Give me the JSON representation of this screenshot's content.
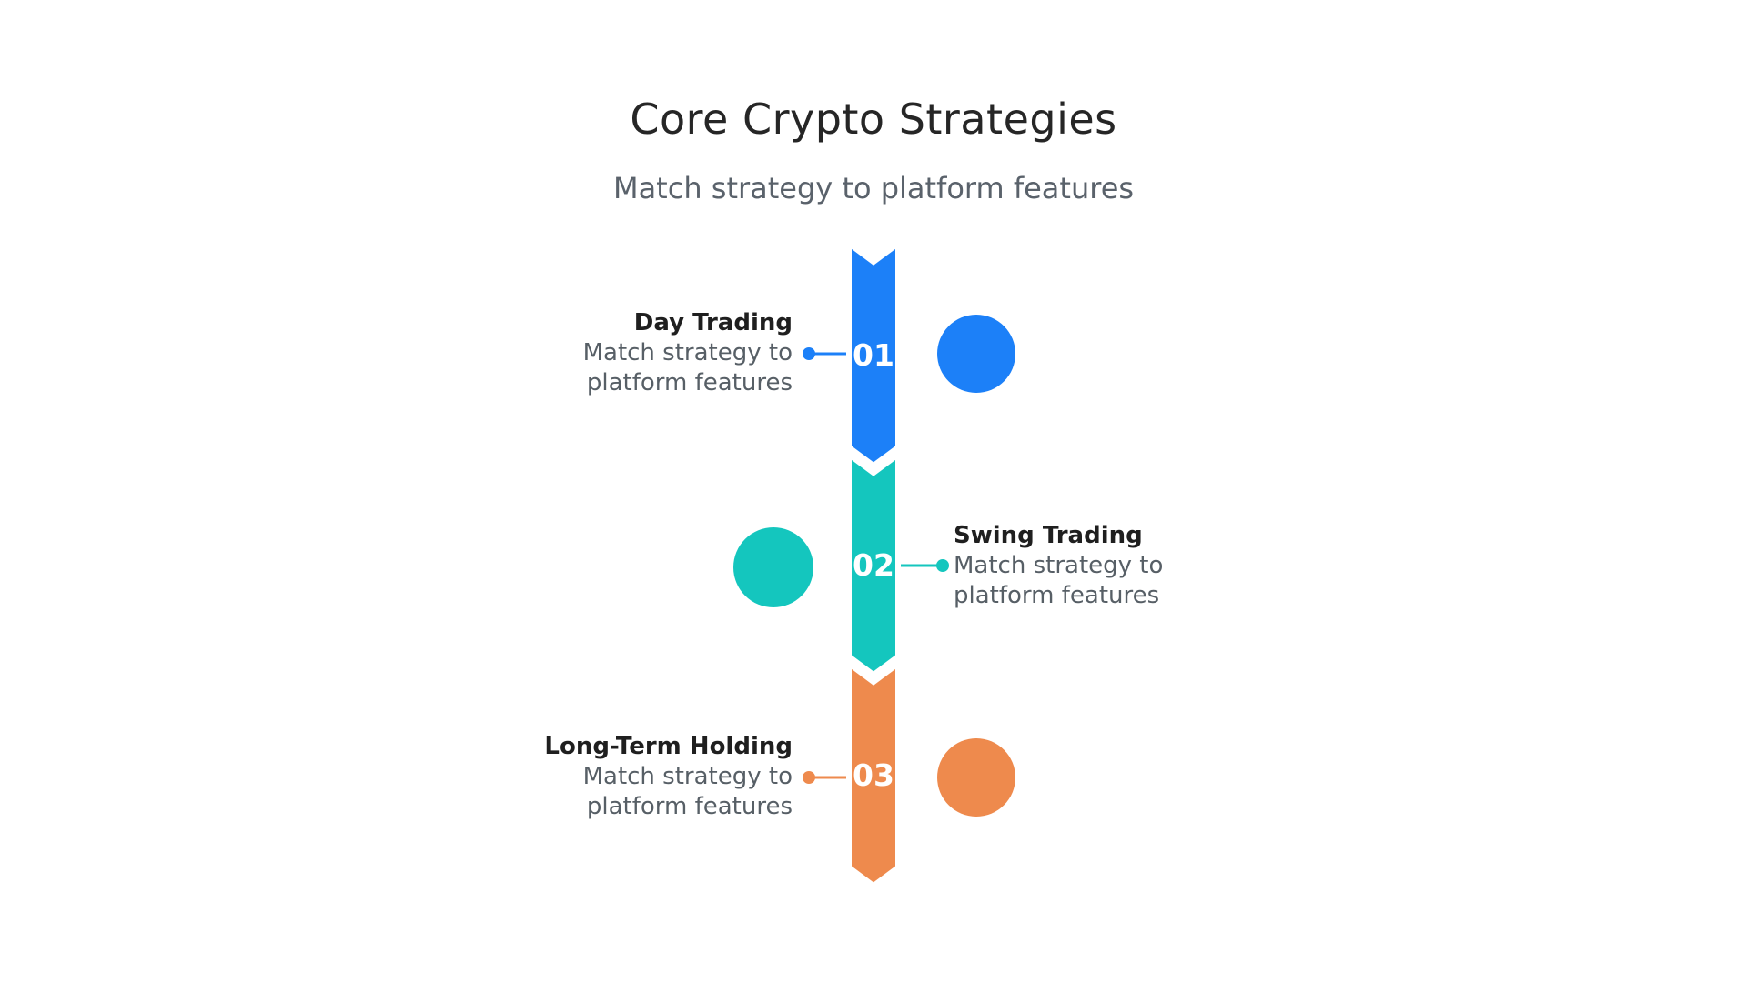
{
  "title": "Core Crypto Strategies",
  "subtitle": "Match strategy to platform features",
  "colors": {
    "background": "#FFFFFF",
    "step1": "#1C80F8",
    "step2": "#14C6BE",
    "step3": "#EE8A4D",
    "title_text": "#262626",
    "subtitle_text": "#5A626B",
    "label_text": "#1F1F1F",
    "description_text": "#575F66",
    "number_text": "#FFFFFF"
  },
  "steps": [
    {
      "number": "01",
      "label": "Day Trading",
      "description": "Match strategy to platform features",
      "side": "left",
      "color": "#1C80F8"
    },
    {
      "number": "02",
      "label": "Swing Trading",
      "description": "Match strategy to platform features",
      "side": "right",
      "color": "#14C6BE"
    },
    {
      "number": "03",
      "label": "Long-Term Holding",
      "description": "Match strategy to platform features",
      "side": "left",
      "color": "#EE8A4D"
    }
  ]
}
